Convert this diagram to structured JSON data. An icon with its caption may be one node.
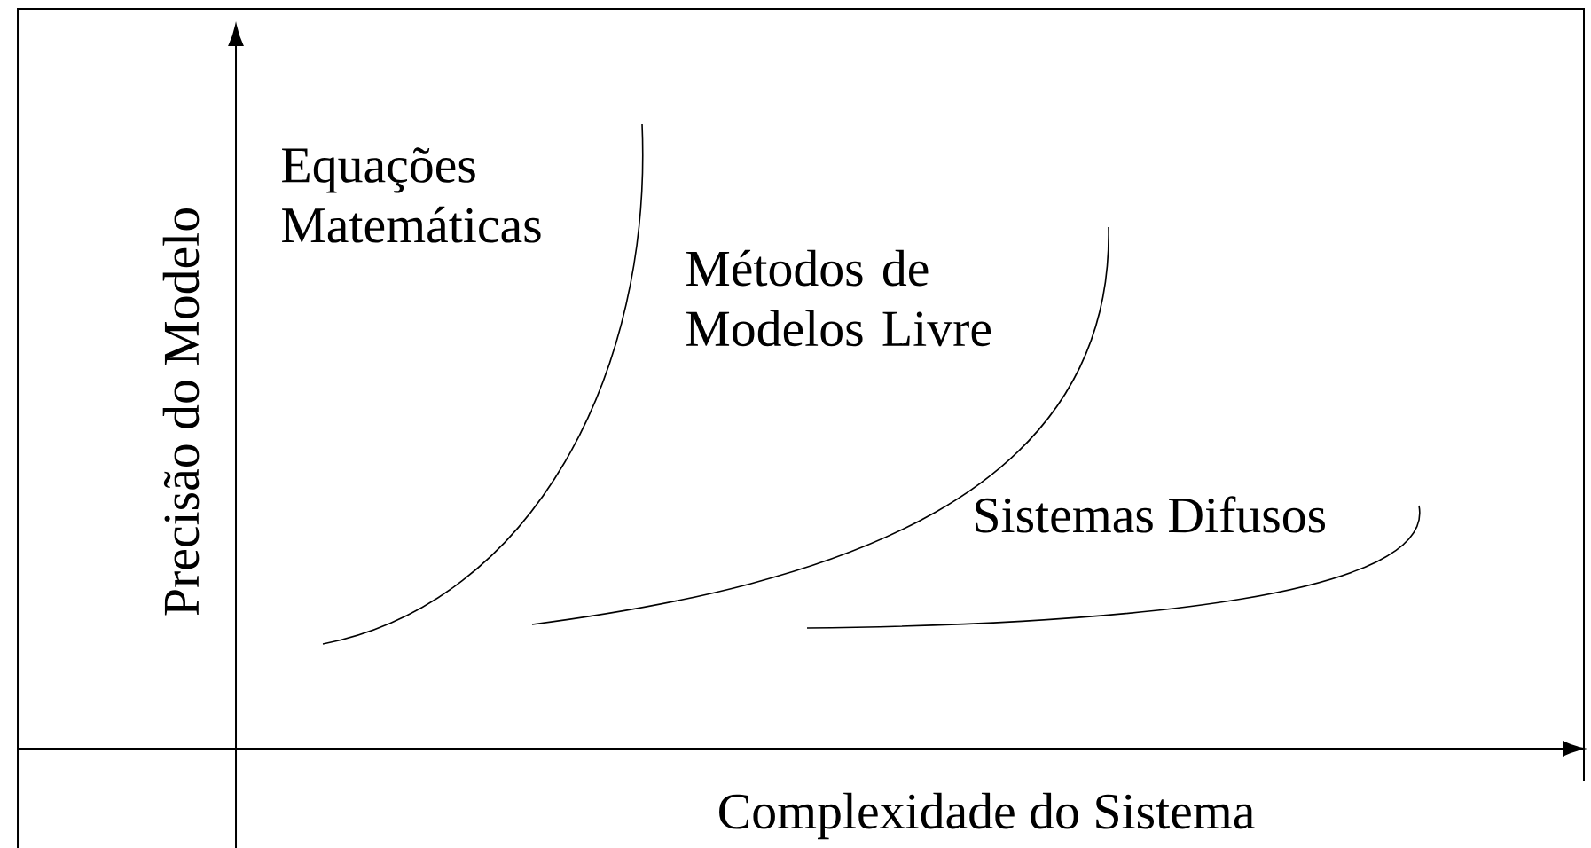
{
  "diagram": {
    "labels": [
      "Equações Matemáticas",
      "Métodos de Modelos Livre",
      "Sistemas Difusos",
      "Precisão do Modelo",
      "Complexidade do Sistema"
    ]
  }
}
